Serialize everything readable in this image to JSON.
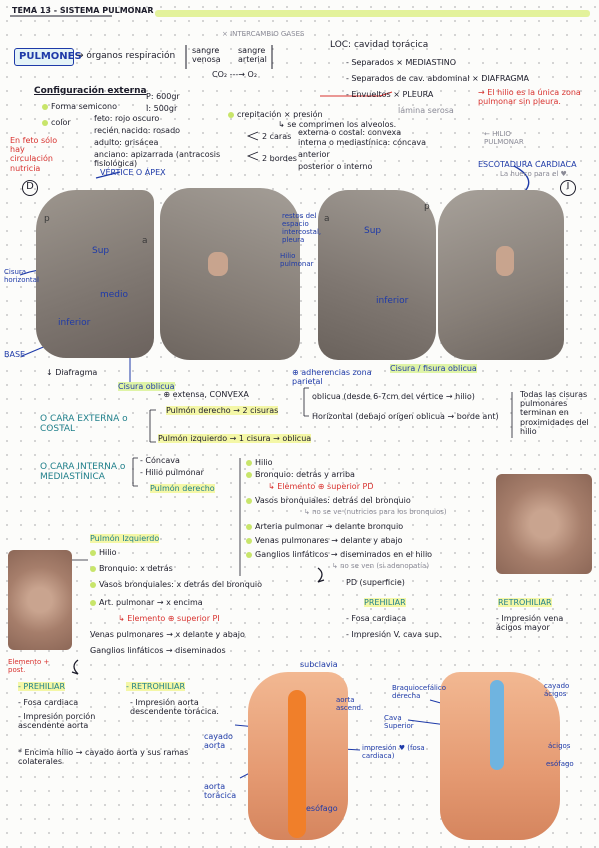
{
  "title": "TEMA 13 - SISTEMA PULMONAR",
  "header": {
    "intercambio": "× INTERCAMBIO GASES",
    "pulmones": "PULMONES",
    "organos": "→ órganos respiración",
    "sangre_venosa": "sangre venosa",
    "sangre_arterial": "sangre arterial",
    "co2_o2": "CO₂ ---→ O₂"
  },
  "loc": {
    "title": "LOC: cavidad torácica",
    "items": [
      "- Separados × MEDIASTINO",
      "- Separados de cav. abdominal × DIAFRAGMA",
      "- Envueltos × PLEURA"
    ],
    "lamina": "lámina serosa",
    "hilio_note": "→ El hilio es la única zona pulmonar sin pleura."
  },
  "config": {
    "title": "Configuración externa",
    "forma": "Forma semicono",
    "p": "P: 600gr",
    "i": "I: 500gr",
    "color": "color",
    "feto": "feto: rojo oscuro",
    "recien": "recién nacido: rosado",
    "adulto": "adulto: grisácea",
    "anciano": "anciano: apizarrada (antracosis fisiológica)",
    "feto_note": "En feto sólo hay circulación nutricia",
    "crepitacion": "crepitación × presión",
    "comprimen": "↳ se comprimen los alveolos.",
    "caras": "2 caras",
    "cara_ext": "externa o costal: convexa",
    "cara_int": "interna o mediastínica: cóncava",
    "hilio_pulmonar": "← HILIO PULMONAR",
    "bordes": "2 bordes",
    "borde_ant": "anterior",
    "borde_post": "posterior o interno"
  },
  "figs": {
    "d": "D",
    "i": "I",
    "vertice": "VÉRTICE O ÁPEX",
    "escotadura": "ESCOTADURA CARDIACA",
    "escotadura_sub": "La hueco para el ♥",
    "sup": "Sup",
    "medio": "medio",
    "inferior": "inferior",
    "p": "p",
    "a": "a",
    "cisura_h": "Cisura horizontal",
    "base": "BASE",
    "diafragma": "↓ Diafragma",
    "cisura_oblicua": "Cisura oblicua",
    "restos": "restos del espacio intercostal, pleura",
    "hilio_pulm": "Hilio pulmonar",
    "adherencias": "⊕ adherencias zona parietal",
    "cisura_oblicua2": "Cisura / fisura oblicua"
  },
  "cara_externa": {
    "label": "O CARA EXTERNA o COSTAL",
    "convexa": "- ⊕ extensa, CONVEXA",
    "pd": "Pulmón derecho → 2 cisuras",
    "oblicua": "oblicua (desde 6-7cm del vértice → hilio)",
    "horizontal": "Horizontal (debajo origen oblicua → borde ant)",
    "pi": "Pulmón izquierdo → 1 cisura → oblicua",
    "todas": "Todas las cisuras pulmonares terminan en proximidades del hilio"
  },
  "cara_interna": {
    "label": "O CARA INTERNA o MEDIASTÍNICA",
    "concava": "- Cóncava",
    "hilio": "- Hilio pulmonar",
    "pd": "Pulmón derecho",
    "items": [
      "Hilio",
      "Bronquio: detrás y arriba",
      "↳ Elemento ⊕ superior PD",
      "Vasos bronquiales: detrás del bronquio",
      "↳ no se ve (nutricios para los bronquios)",
      "Arteria pulmonar → delante bronquio",
      "Venas pulmonares → delante y abajo",
      "Ganglios linfáticos → diseminados en el hilio",
      "↳ no se ven (si adenopatía)"
    ]
  },
  "pi": {
    "title": "Pulmón Izquierdo",
    "items": [
      "Hilio",
      "Bronquio: x detrás",
      "Vasos bronquiales: x detrás del bronquio",
      "Art. pulmonar → x encima",
      "↳ Elemento ⊕ superior PI",
      "Venas pulmonares → x delante y abajo",
      "Ganglios linfáticos → diseminados"
    ],
    "elemento_post": "Elemento + post."
  },
  "pd_sup": {
    "title": "PD (superficie)",
    "prehiliar": "PREHILIAR",
    "pre_items": [
      "- Fosa cardiaca",
      "- Impresión V. cava sup."
    ],
    "retrohiliar": "RETROHILIAR",
    "retro_items": [
      "- Impresión vena ácigos mayor"
    ]
  },
  "pi_sup": {
    "prehiliar": "- PREHILIAR",
    "pre_items": [
      "- Fosa cardiaca",
      "- Impresión porción ascendente aorta"
    ],
    "retrohiliar": "- RETROHILIAR",
    "retro_items": [
      "- Impresión aorta descendente torácica."
    ],
    "nota": "* Encima hilio → cayado aorta y sus ramas colaterales"
  },
  "bottom": {
    "subclavia": "subclavia",
    "aorta_ascend": "aorta ascend.",
    "cayado_aorta": "cayado aorta",
    "aorta_toracica": "aorta torácica",
    "esofago": "esófago",
    "impresion": "impresión ♥ (fosa cardiaca)",
    "tronco": "Braquiocefálico derecha",
    "cava_sup": "Cava Superior",
    "cayado_acigos": "cayado ácigos",
    "acigos": "ácigos",
    "esofago2": "esófago"
  }
}
